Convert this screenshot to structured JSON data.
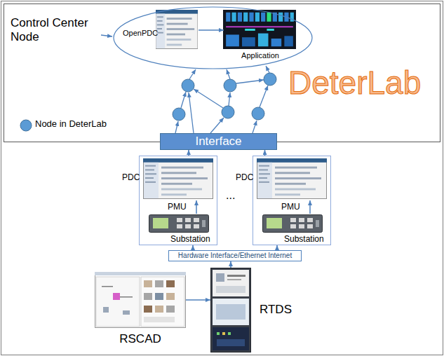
{
  "diagram": {
    "nodes": [
      {
        "text": [
          "DeterLab"
        ]
      },
      {
        "text": [
          "Control Center Node"
        ],
        "in": 0
      },
      {
        "text": [
          "OpenPDC"
        ],
        "in": 1
      },
      {
        "text": [
          "Application"
        ],
        "in": 1
      },
      {
        "text": [
          "Interface"
        ]
      },
      {
        "text": [
          "PDC",
          "PMU",
          "Substation"
        ]
      },
      {
        "text": [
          "PDC",
          "PMU",
          "Substation"
        ]
      },
      {
        "text": [
          "Hardware Interface/Ethernet Internet"
        ]
      },
      {
        "text": [
          "RTDS"
        ]
      },
      {
        "text": [
          "RSCAD"
        ]
      }
    ],
    "edges": [
      {
        "from": 2,
        "to": 3,
        "arrow": "to"
      },
      {
        "from": 5,
        "to": 4,
        "arrow": "to"
      },
      {
        "from": 6,
        "to": 4,
        "arrow": "to"
      },
      {
        "from": 7,
        "to": 5,
        "arrow": "to"
      },
      {
        "from": 7,
        "to": 6,
        "arrow": "to"
      },
      {
        "from": 8,
        "to": 7,
        "arrow": "to"
      },
      {
        "from": 9,
        "to": 8,
        "arrow": "to"
      }
    ],
    "labels": [
      "..."
    ],
    "legend": [
      {
        "text": "Node in DeterLab"
      }
    ]
  }
}
